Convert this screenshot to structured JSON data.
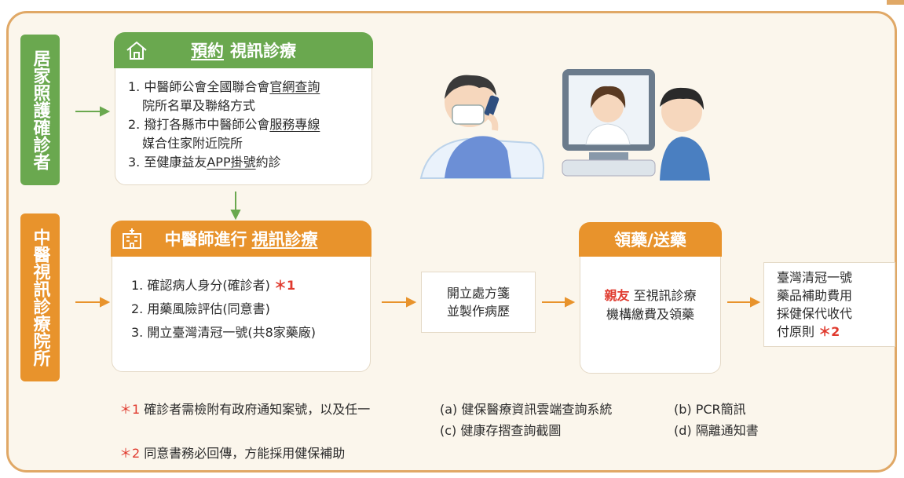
{
  "side_labels": {
    "home_care": "居家照護確診者",
    "tcm_clinic": "中醫視訊診療院所"
  },
  "appointment": {
    "title_part1": "預約",
    "title_part2": "視訊診療",
    "step1_line1_a": "1. 中醫師公會全國聯合會",
    "step1_line1_b": "官網查詢",
    "step1_line2": "院所名單及聯絡方式",
    "step2_line1_a": "2. 撥打各縣市中醫師公會",
    "step2_line1_b": "服務專線",
    "step2_line2": "媒合住家附近院所",
    "step3_a": "3. 至健康益友",
    "step3_b": "APP掛號",
    "step3_c": "約診",
    "home_icon": "house-icon"
  },
  "consultation": {
    "title_part1": "中醫師進行",
    "title_part2": "視訊診療",
    "step1": "1. 確認病人身分(確診者)",
    "step1_mark": "＊1",
    "step2": "2. 用藥風險評估(同意書)",
    "step3": "3. 開立臺灣清冠一號(共8家藥廠)",
    "hospital_icon": "hospital-icon"
  },
  "prescription": {
    "line1": "開立處方箋",
    "line2": "並製作病歷"
  },
  "pickup": {
    "title": "領藥/送藥",
    "line1_highlight": "親友",
    "line1_rest": "至視訊診療",
    "line2": "機構繳費及領藥"
  },
  "subsidy": {
    "line1": "臺灣清冠一號",
    "line2": "藥品補助費用",
    "line3": "採健保代收代",
    "line4": "付原則",
    "mark": "＊2"
  },
  "notes": {
    "note1_mark": "＊1",
    "note1_text": "確診者需檢附有政府通知案號，以及任一",
    "note1_a": "(a) 健保醫療資訊雲端查詢系統",
    "note1_b": "(b) PCR簡訊",
    "note1_c": "(c) 健康存摺查詢截圖",
    "note1_d": "(d) 隔離通知書",
    "note2_mark": "＊2",
    "note2_text": "同意書務必回傳，方能採用健保補助"
  },
  "colors": {
    "green": "#6aa84f",
    "orange": "#e8932c",
    "red": "#e03a2e",
    "frame": "#e0a866"
  }
}
